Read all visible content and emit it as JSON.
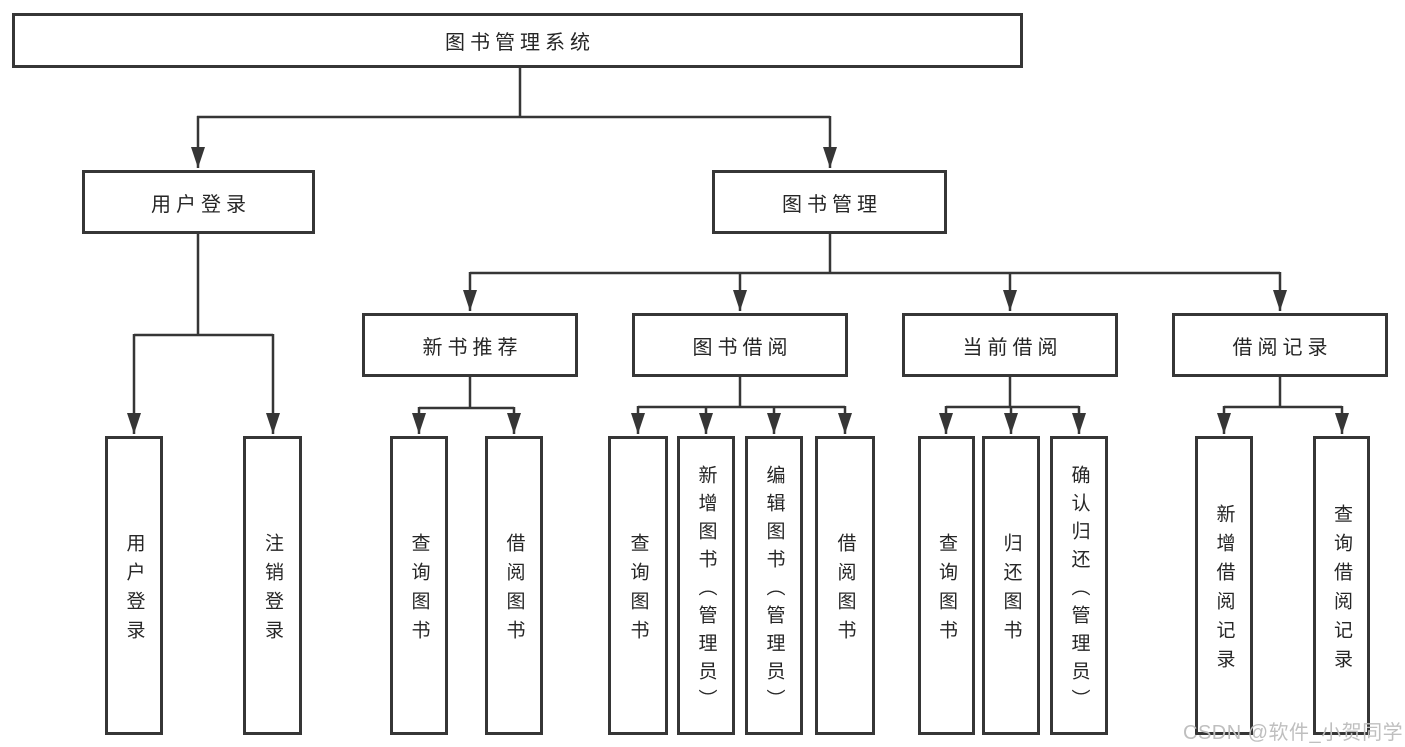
{
  "colors": {
    "line": "#363636",
    "border": "#363636",
    "text": "#262626",
    "watermark": "#bfbfbf",
    "background": "#ffffff"
  },
  "root": {
    "label": "图书管理系统"
  },
  "level2": [
    {
      "label": "用户登录",
      "parent": "图书管理系统"
    },
    {
      "label": "图书管理",
      "parent": "图书管理系统"
    }
  ],
  "level3": [
    {
      "label": "新书推荐",
      "parent": "图书管理"
    },
    {
      "label": "图书借阅",
      "parent": "图书管理"
    },
    {
      "label": "当前借阅",
      "parent": "图书管理"
    },
    {
      "label": "借阅记录",
      "parent": "图书管理"
    }
  ],
  "leaves": [
    {
      "label": "用户登录",
      "parent": "用户登录"
    },
    {
      "label": "注销登录",
      "parent": "用户登录"
    },
    {
      "label": "查询图书",
      "parent": "新书推荐"
    },
    {
      "label": "借阅图书",
      "parent": "新书推荐"
    },
    {
      "label": "查询图书",
      "parent": "图书借阅"
    },
    {
      "label": "新增图书（管理员）",
      "parent": "图书借阅"
    },
    {
      "label": "编辑图书（管理员）",
      "parent": "图书借阅"
    },
    {
      "label": "借阅图书",
      "parent": "图书借阅"
    },
    {
      "label": "查询图书",
      "parent": "当前借阅"
    },
    {
      "label": "归还图书",
      "parent": "当前借阅"
    },
    {
      "label": "确认归还（管理员）",
      "parent": "当前借阅"
    },
    {
      "label": "新增借阅记录",
      "parent": "借阅记录"
    },
    {
      "label": "查询借阅记录",
      "parent": "借阅记录"
    }
  ],
  "watermark": "CSDN @软件_小贺同学"
}
